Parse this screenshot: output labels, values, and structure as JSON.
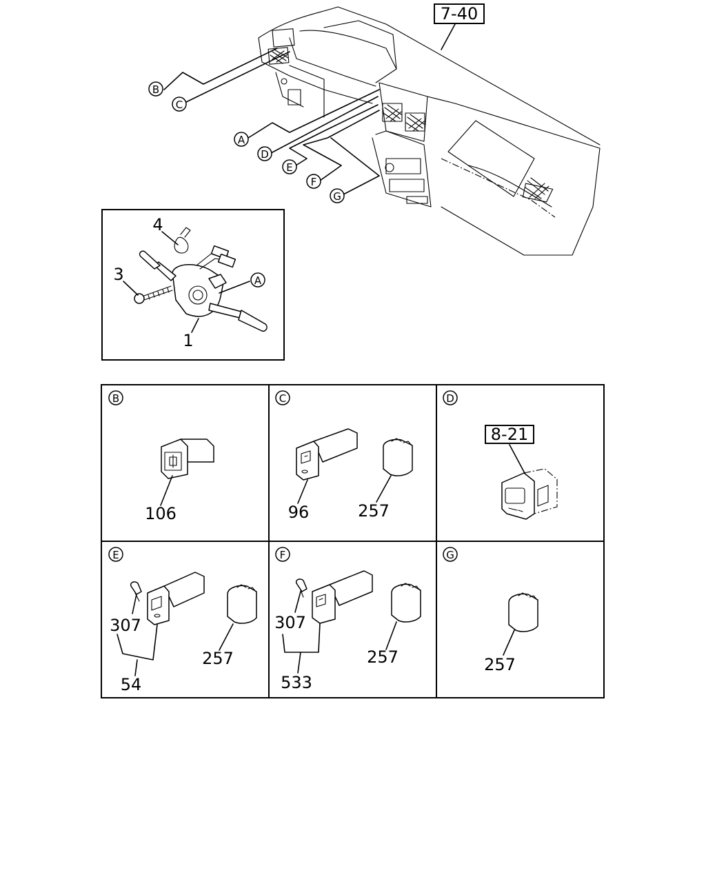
{
  "diagram": {
    "dashboard": {
      "ref_box": "7-40",
      "callouts": [
        "B",
        "C",
        "A",
        "D",
        "E",
        "F",
        "G"
      ]
    },
    "detail_a": {
      "callout": "A",
      "labels": [
        "4",
        "3",
        "1"
      ]
    },
    "grid": [
      {
        "id": "B",
        "labels": [
          "106"
        ]
      },
      {
        "id": "C",
        "labels": [
          "96",
          "257"
        ]
      },
      {
        "id": "D",
        "ref_box": "8-21"
      },
      {
        "id": "E",
        "labels": [
          "307",
          "257",
          "54"
        ]
      },
      {
        "id": "F",
        "labels": [
          "307",
          "257",
          "533"
        ]
      },
      {
        "id": "G",
        "labels": [
          "257"
        ]
      }
    ]
  }
}
